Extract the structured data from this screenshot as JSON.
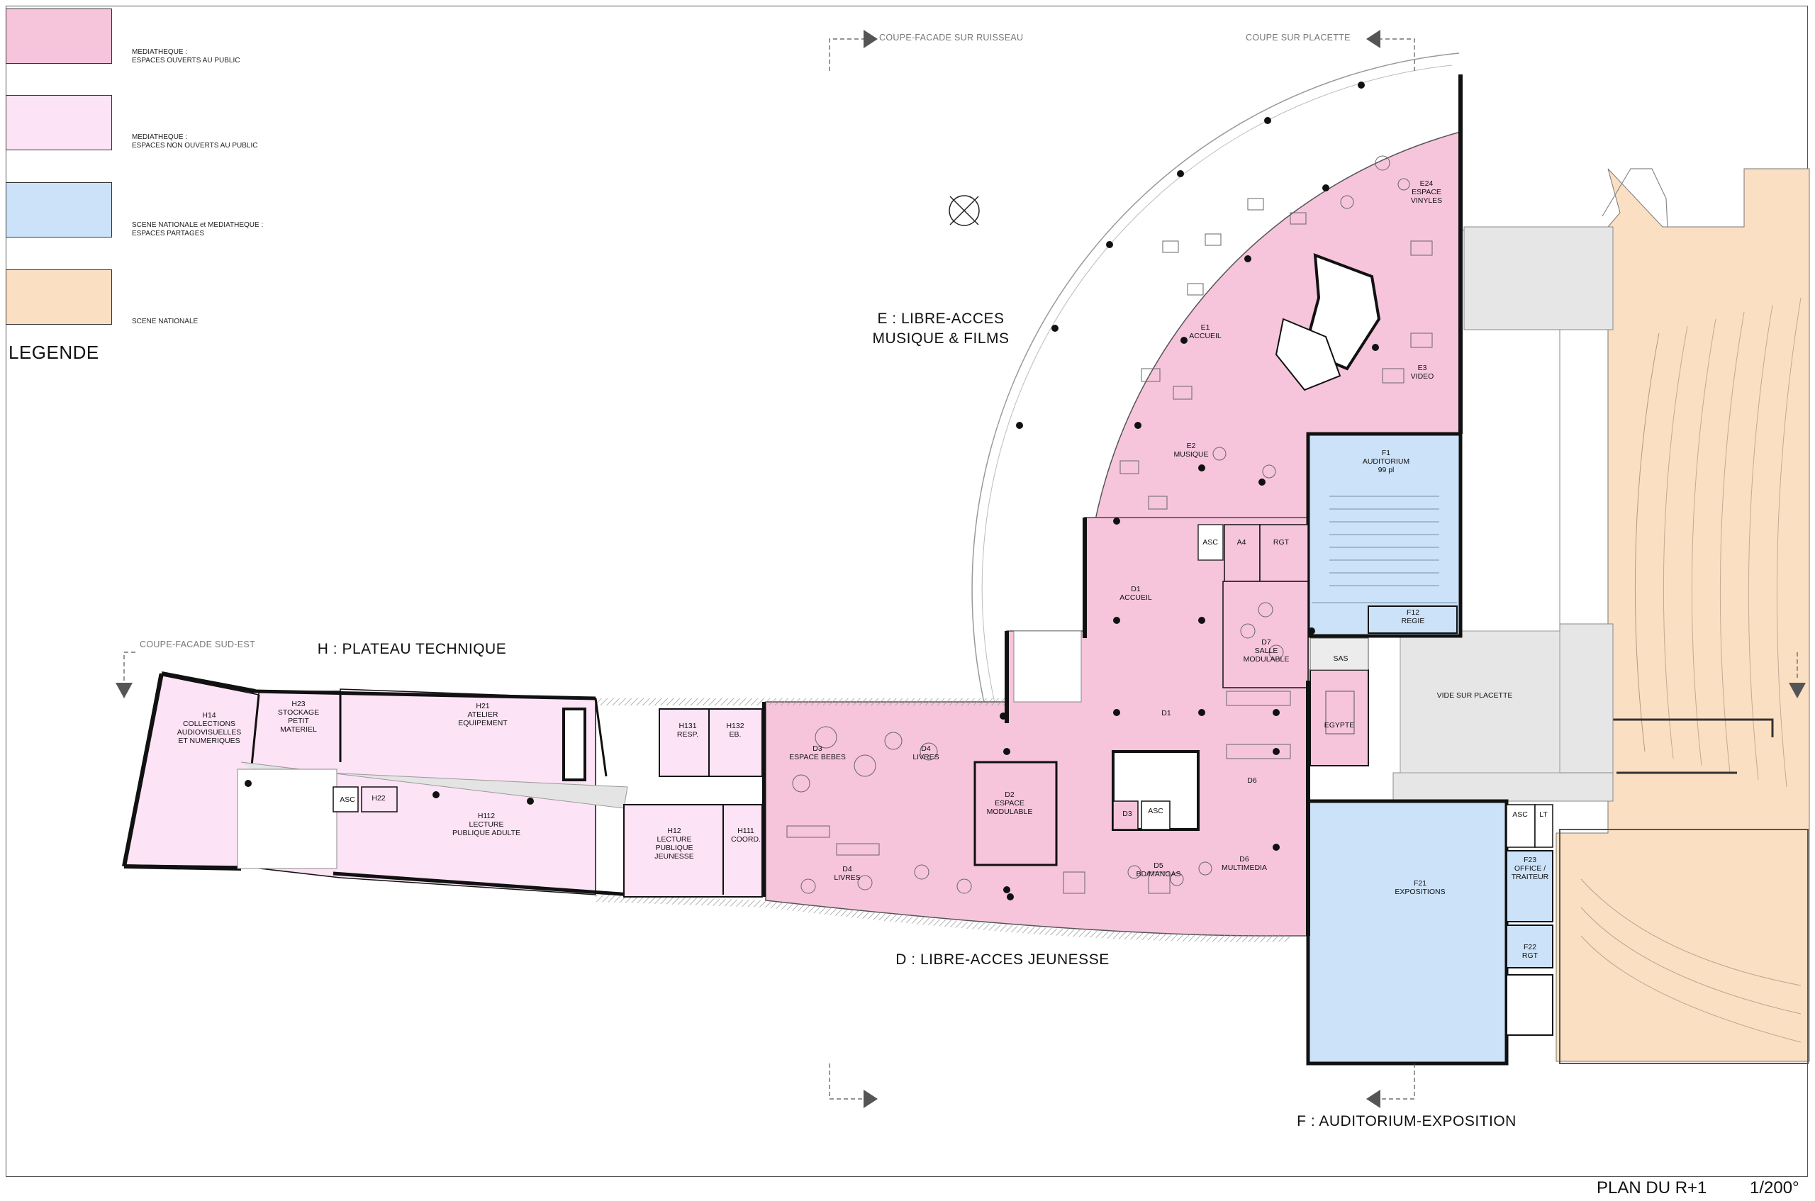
{
  "legend": {
    "title": "LEGENDE",
    "items": [
      {
        "text": "MEDIATHEQUE :\nESPACES OUVERTS AU PUBLIC",
        "color": "#f6c5db"
      },
      {
        "text": "MEDIATHEQUE :\nESPACES NON OUVERTS AU PUBLIC",
        "color": "#fde3f6"
      },
      {
        "text": "SCENE NATIONALE et MEDIATHEQUE :\nESPACES PARTAGES",
        "color": "#cce2f8"
      },
      {
        "text": "SCENE NATIONALE",
        "color": "#fbdfc3"
      }
    ]
  },
  "sections": {
    "coupe_ruisseau": "COUPE-FACADE SUR RUISSEAU",
    "coupe_placette": "COUPE SUR PLACETTE",
    "coupe_sud_est": "COUPE-FACADE SUD-EST"
  },
  "zones": {
    "e": "E : LIBRE-ACCES\nMUSIQUE & FILMS",
    "h": "H : PLATEAU TECHNIQUE",
    "d": "D : LIBRE-ACCES JEUNESSE",
    "f": "F : AUDITORIUM-EXPOSITION"
  },
  "rooms": {
    "e24": "E24\nESPACE\nVINYLES",
    "e1": "E1\nACCUEIL",
    "e3": "E3\nVIDEO",
    "e2": "E2\nMUSIQUE",
    "f1": "F1\nAUDITORIUM\n99 pl",
    "asc1": "ASC",
    "a4": "A4",
    "rgt1": "RGT",
    "d1a": "D1\nACCUEIL",
    "f12": "F12\nREGIE",
    "d7": "D7\nSALLE\nMODULABLE",
    "sas": "SAS",
    "vide": "VIDE SUR PLACETTE",
    "d1b": "D1",
    "egypte": "EGYPTE",
    "d6a": "D6",
    "d3a": "D3\nESPACE BEBES",
    "d4a": "D4\nLIVRES",
    "d2": "D2\nESPACE\nMODULABLE",
    "d3b": "D3",
    "asc2": "ASC",
    "d6b": "D6\nMULTIMEDIA",
    "d5": "D5\nBD/MANGAS",
    "d4b": "D4\nLIVRES",
    "asc3": "ASC",
    "lt": "LT",
    "f23": "F23\nOFFICE /\nTRAITEUR",
    "f21": "F21\nEXPOSITIONS",
    "f22": "F22\nRGT",
    "h14": "H14\nCOLLECTIONS\nAUDIOVISUELLES\nET NUMERIQUES",
    "h23": "H23\nSTOCKAGE\nPETIT\nMATERIEL",
    "h21": "H21\nATELIER\nEQUIPEMENT",
    "h131": "H131\nRESP.",
    "h132": "H132\nEB.",
    "asc4": "ASC",
    "h22": "H22",
    "h112": "H112\nLECTURE\nPUBLIQUE ADULTE",
    "h12": "H12\nLECTURE\nPUBLIQUE\nJEUNESSE",
    "h111": "H111\nCOORD."
  },
  "footer": {
    "title": "PLAN DU R+1",
    "scale": "1/200°"
  }
}
